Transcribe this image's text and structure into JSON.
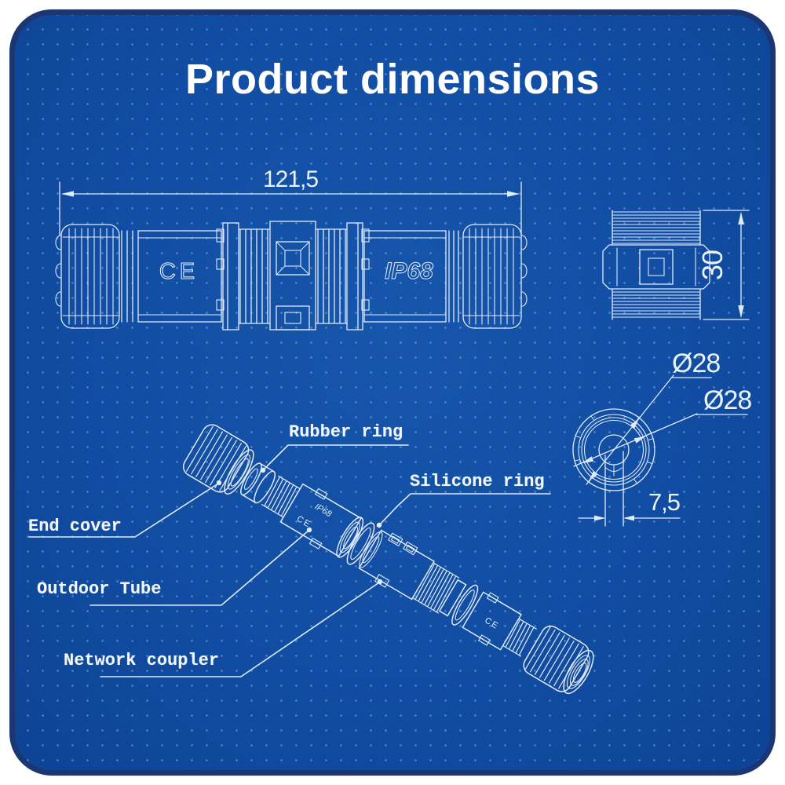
{
  "title": "Product dimensions",
  "colors": {
    "card_background": "#114da3",
    "card_border": "#1b3672",
    "line_art": "#ecf4fd",
    "dot_grid": "#78b4eb"
  },
  "side_view": {
    "length": "121,5",
    "ce_mark": "CE",
    "ip_rating": "IP68"
  },
  "end_view": {
    "height": "30"
  },
  "front_view": {
    "outer_diameter": "Ø28",
    "inner_diameter": "Ø28",
    "offset": "7,5"
  },
  "part_labels": {
    "rubber_ring": "Rubber ring",
    "silicone_ring": "Silicone ring",
    "end_cover": "End cover",
    "outdoor_tube": "Outdoor Tube",
    "network_coupler": "Network coupler"
  }
}
